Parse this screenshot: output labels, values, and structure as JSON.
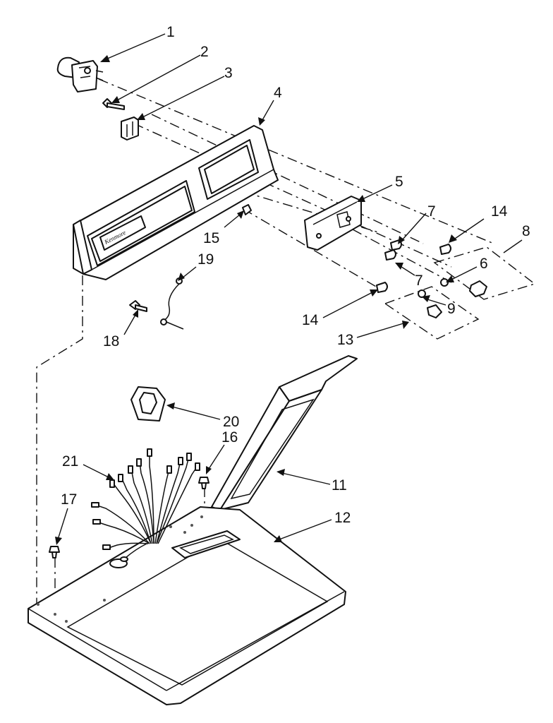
{
  "diagram": {
    "logo_text": "Kenmore",
    "callouts": [
      {
        "id": "1",
        "label": "1"
      },
      {
        "id": "2",
        "label": "2"
      },
      {
        "id": "3",
        "label": "3"
      },
      {
        "id": "4",
        "label": "4"
      },
      {
        "id": "5",
        "label": "5"
      },
      {
        "id": "6",
        "label": "6"
      },
      {
        "id": "7a",
        "label": "7"
      },
      {
        "id": "7b",
        "label": "7"
      },
      {
        "id": "8",
        "label": "8"
      },
      {
        "id": "9",
        "label": "9"
      },
      {
        "id": "11",
        "label": "11"
      },
      {
        "id": "12",
        "label": "12"
      },
      {
        "id": "13",
        "label": "13"
      },
      {
        "id": "14a",
        "label": "14"
      },
      {
        "id": "14b",
        "label": "14"
      },
      {
        "id": "15",
        "label": "15"
      },
      {
        "id": "16",
        "label": "16"
      },
      {
        "id": "17",
        "label": "17"
      },
      {
        "id": "18",
        "label": "18"
      },
      {
        "id": "19",
        "label": "19"
      },
      {
        "id": "20",
        "label": "20"
      },
      {
        "id": "21",
        "label": "21"
      }
    ]
  }
}
